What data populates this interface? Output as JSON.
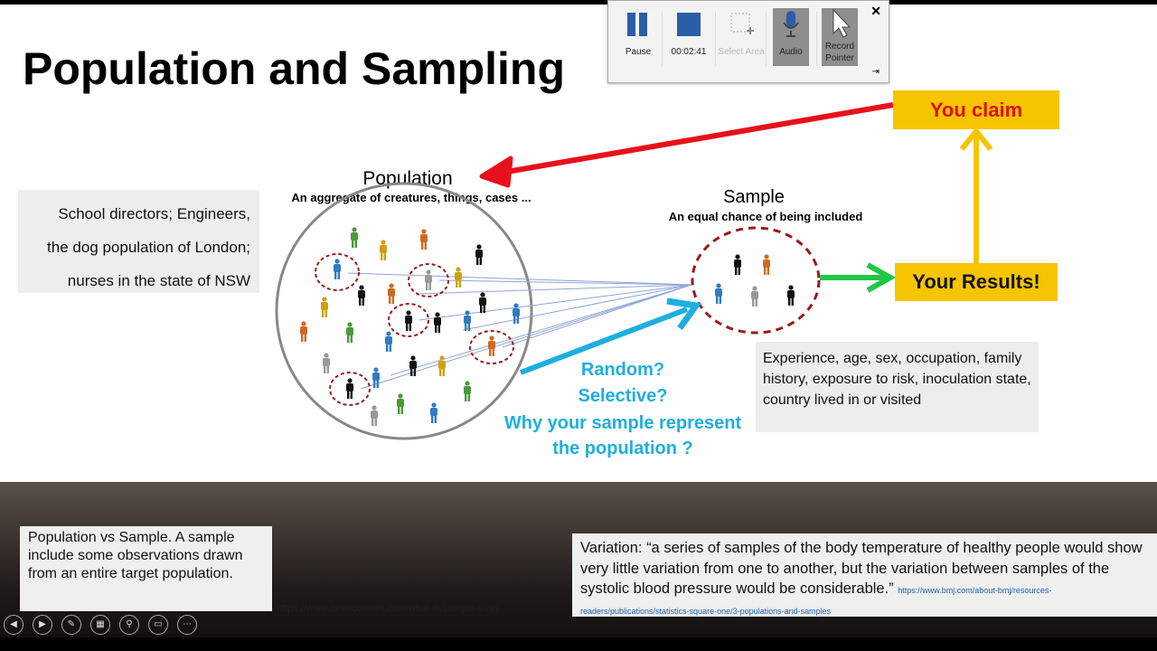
{
  "slide": {
    "title": "Population and Sampling",
    "population_box": [
      "School directors; Engineers,",
      "the dog population of London;",
      "nurses in the state of NSW"
    ],
    "population_label": "Population",
    "population_sub": "An aggregate of creatures, things, cases ...",
    "sample_label": "Sample",
    "sample_sub": "An equal chance of being included",
    "you_claim": "You claim",
    "your_results": "Your Results!",
    "questions": [
      "Random?",
      "Selective?",
      "Why your sample represent",
      "the population ?"
    ],
    "sample_factors": "Experience, age, sex, occupation, family history, exposure to risk, inoculation state, country lived in or visited",
    "note_left": "Population vs Sample. A sample include some observations drawn from an entire target population.",
    "note_left_link": "https://www.omniconvert.com/what-is/sample-size/",
    "note_right": "Variation: “a series of samples of the body temperature of healthy people would show very little variation from one to another, but the variation between samples of the systolic blood pressure would be considerable.”",
    "note_right_link": "https://www.bmj.com/about-bmj/resources-readers/publications/statistics-square-one/3-populations-and-samples",
    "colors": {
      "claim_arrow": "#e8101a",
      "results_arrow": "#1ec845",
      "up_arrow": "#f7c400",
      "random_arrow": "#1eaee0",
      "question_text": "#1eaee0"
    }
  },
  "recorder": {
    "pause": "Pause",
    "timer": "00:02:41",
    "select_area": "Select Area",
    "audio": "Audio",
    "record_pointer": "Record Pointer",
    "close": "✕",
    "pin": "⇥"
  },
  "slideshow_controls": [
    "previous-icon",
    "play-icon",
    "pen-icon",
    "slides-icon",
    "zoom-icon",
    "subtitles-icon",
    "more-icon"
  ]
}
